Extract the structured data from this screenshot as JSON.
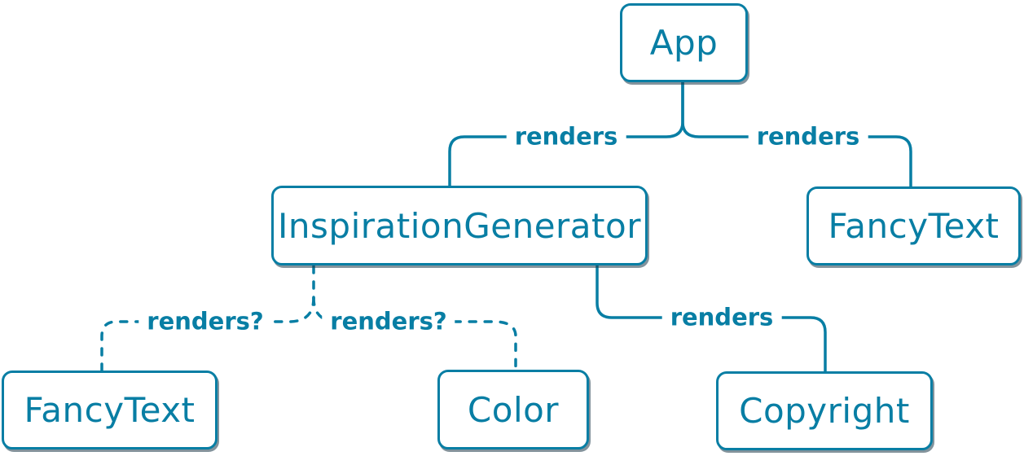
{
  "diagram": {
    "type": "component-render-tree",
    "colors": {
      "accent": "#087ea4",
      "node_bg": "#ffffff",
      "shadow": "rgba(30,58,74,0.55)"
    },
    "nodes": {
      "app": {
        "label": "App"
      },
      "inspiration_generator": {
        "label": "InspirationGenerator"
      },
      "fancy_text_top": {
        "label": "FancyText"
      },
      "fancy_text_bottom": {
        "label": "FancyText"
      },
      "color": {
        "label": "Color"
      },
      "copyright": {
        "label": "Copyright"
      }
    },
    "edges": {
      "app_inspiration": {
        "from": "App",
        "to": "InspirationGenerator",
        "label": "renders",
        "style": "solid"
      },
      "app_fancy_text": {
        "from": "App",
        "to": "FancyText",
        "label": "renders",
        "style": "solid"
      },
      "inspiration_fancy_text": {
        "from": "InspirationGenerator",
        "to": "FancyText",
        "label": "renders?",
        "style": "dashed"
      },
      "inspiration_color": {
        "from": "InspirationGenerator",
        "to": "Color",
        "label": "renders?",
        "style": "dashed"
      },
      "inspiration_copyright": {
        "from": "InspirationGenerator",
        "to": "Copyright",
        "label": "renders",
        "style": "solid"
      }
    }
  }
}
